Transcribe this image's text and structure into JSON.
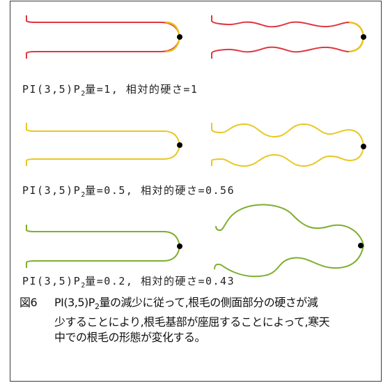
{
  "rows": [
    {
      "prefix": "PI(3,5)P",
      "subscript": "2",
      "suffix": "量=1, 相対的硬さ=1",
      "color": "#e0363f",
      "tip_color": "#e8c21a"
    },
    {
      "prefix": "PI(3,5)P",
      "subscript": "2",
      "suffix": "量=0.5, 相対的硬さ=0.56",
      "color": "#e8c824",
      "tip_color": "#e6b80f"
    },
    {
      "prefix": "PI(3,5)P",
      "subscript": "2",
      "suffix": "量=0.2, 相対的硬さ=0.43",
      "color": "#7fae2e",
      "tip_color": "#7fae2e"
    }
  ],
  "caption": {
    "number": "図6",
    "title_prefix": "PI(3,5)P",
    "title_sub": "2",
    "title_rest": "量の減少に従って,根毛の側面部分の硬さが減",
    "line2": "少することにより,根毛基部が座屈することによって,寒天",
    "line3": "中での根毛の形態が変化する。"
  }
}
